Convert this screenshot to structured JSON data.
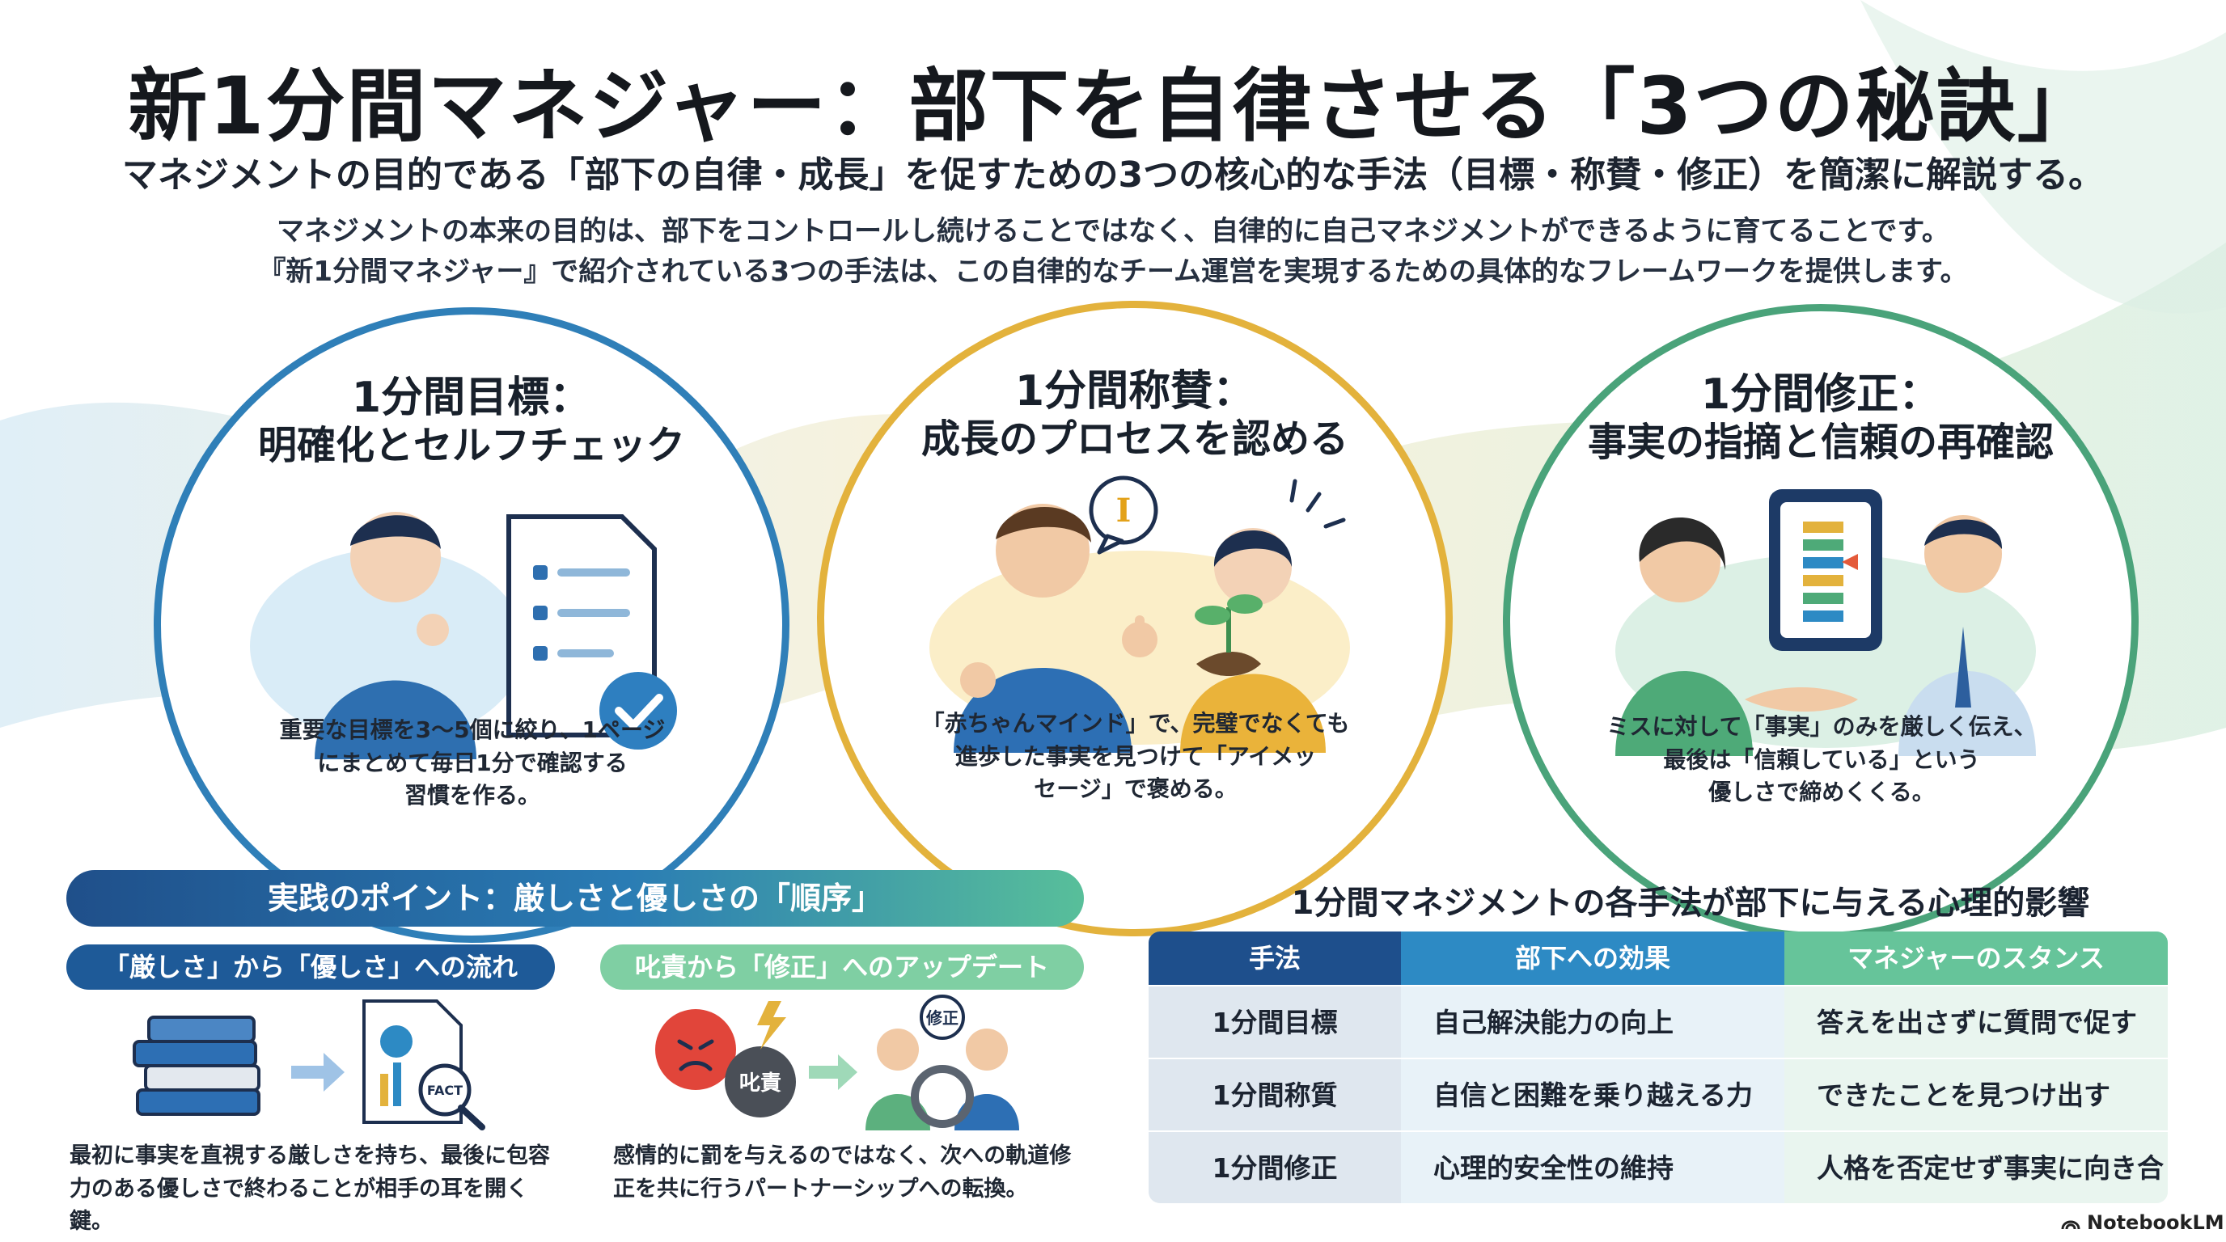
{
  "header": {
    "title": "新1分間マネジャー：部下を自律させる「3つの秘訣」",
    "subtitle": "マネジメントの目的である「部下の自律・成長」を促すための3つの核心的な手法（目標・称賛・修正）を簡潔に解説する。",
    "intro_line1": "マネジメントの本来の目的は、部下をコントロールし続けることではなく、自律的に自己マネジメントができるように育てることです。",
    "intro_line2": "『新1分間マネジャー』で紹介されている3つの手法は、この自律的なチーム運営を実現するための具体的なフレームワークを提供します。"
  },
  "circles": [
    {
      "heading1": "1分間目標：",
      "heading2": "明確化とセルフチェック",
      "desc": [
        "重要な目標を3～5個に絞り、1ページ",
        "にまとめて毎日1分で確認する",
        "習慣を作る。"
      ],
      "accent": "#2f7fb8",
      "icon": "goal-checklist-icon"
    },
    {
      "heading1": "1分間称賛：",
      "heading2": "成長のプロセスを認める",
      "desc": [
        "「赤ちゃんマインド」で、完璧でなくても",
        "進歩した事実を見つけて「アイメッ",
        "セージ」で褒める。"
      ],
      "accent": "#e3b23c",
      "bubble": "I",
      "icon": "praise-thumbs-up-icon"
    },
    {
      "heading1": "1分間修正：",
      "heading2": "事実の指摘と信頼の再確認",
      "desc": [
        "ミスに対して「事実」のみを厳しく伝え、",
        "最後は「信頼している」という",
        "優しさで締めくくる。"
      ],
      "accent": "#4aa37a",
      "icon": "correction-handshake-icon"
    }
  ],
  "practice": {
    "banner": "実践のポイント：厳しさと優しさの「順序」",
    "pill1": "「厳しさ」から「優しさ」への流れ",
    "pill2": "叱責から「修正」へのアップデート",
    "fact_label": "FACT",
    "scold_label": "叱責",
    "fix_label": "修正",
    "note1": [
      "最初に事実を直視する厳しさを持ち、最後に包容",
      "力のある優しさで終わることが相手の耳を開く鍵。"
    ],
    "note2": [
      "感情的に罰を与えるのではなく、次への軌道修",
      "正を共に行うパートナーシップへの転換。"
    ]
  },
  "table": {
    "title": "1分間マネジメントの各手法が部下に与える心理的影響",
    "headers": [
      "手法",
      "部下への効果",
      "マネジャーのスタンス"
    ],
    "rows": [
      [
        "1分間目標",
        "自己解決能力の向上",
        "答えを出さずに質問で促す"
      ],
      [
        "1分間称質",
        "自信と困難を乗り越える力",
        "できたことを見つけ出す"
      ],
      [
        "1分間修正",
        "心理的安全性の維持",
        "人格を否定せず事実に向き合う"
      ]
    ]
  },
  "brand": "NotebookLM",
  "colors": {
    "navy": "#1e4f8c",
    "blue": "#2d8ac4",
    "gold": "#e3b23c",
    "green": "#4aa37a"
  }
}
